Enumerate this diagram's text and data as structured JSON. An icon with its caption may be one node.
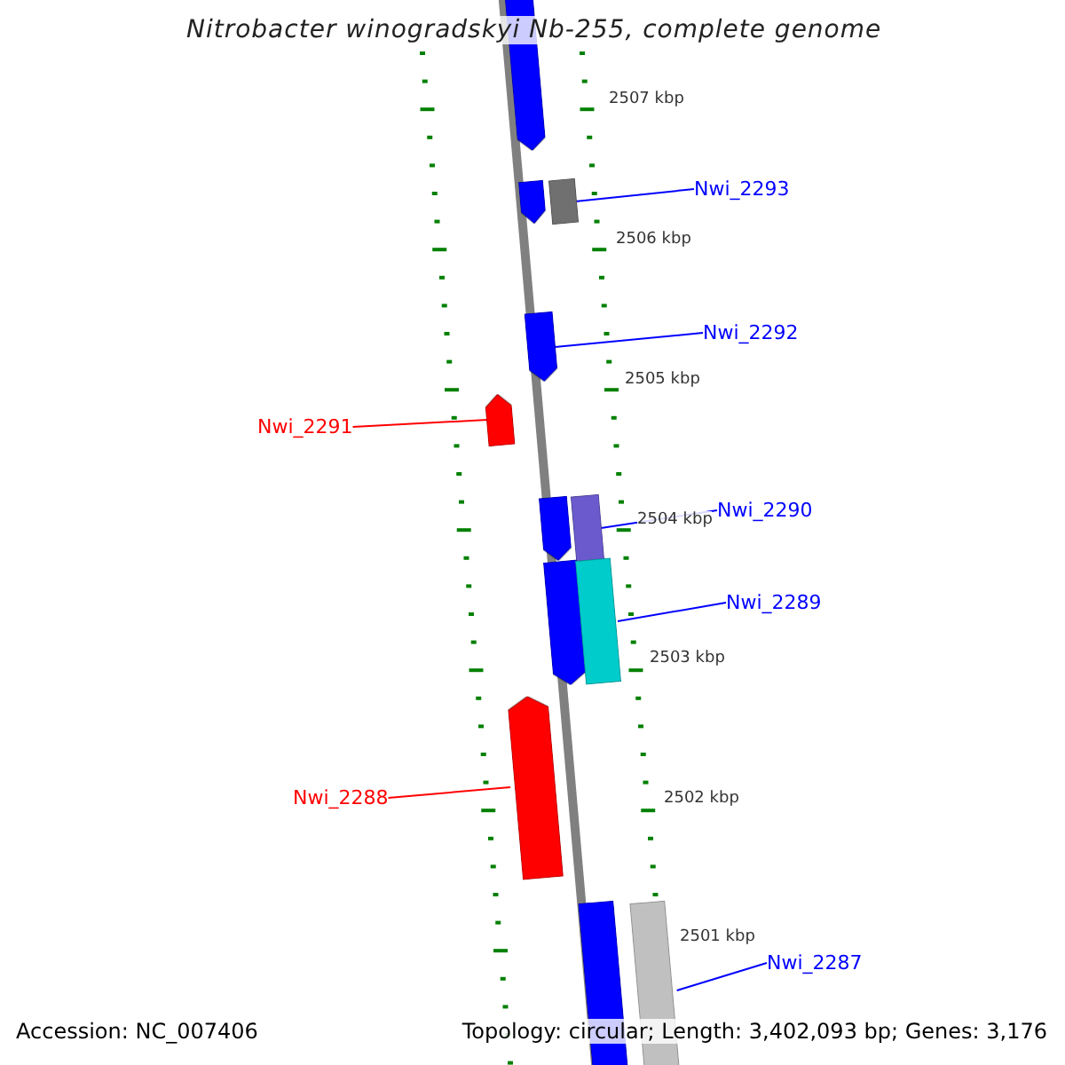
{
  "diagram": {
    "title": "Nitrobacter winogradskyi Nb-255, complete genome",
    "nodes": [
      {
        "text": [
          "Nwi_2293"
        ]
      },
      {
        "text": [
          "Nwi_2292"
        ]
      },
      {
        "text": [
          "Nwi_2291"
        ]
      },
      {
        "text": [
          "Nwi_2290"
        ]
      },
      {
        "text": [
          "Nwi_2289"
        ]
      },
      {
        "text": [
          "Nwi_2288"
        ]
      },
      {
        "text": [
          "Nwi_2287"
        ]
      },
      {
        "text": [],
        "shape": "pentagon"
      },
      {
        "text": [],
        "shape": "pentagon"
      },
      {
        "text": [],
        "shape": "bar"
      },
      {
        "text": [],
        "shape": "pentagon"
      },
      {
        "text": [],
        "shape": "pentagon"
      },
      {
        "text": [],
        "shape": "pentagon"
      },
      {
        "text": [],
        "shape": "bar"
      },
      {
        "text": [],
        "shape": "pentagon"
      },
      {
        "text": [],
        "shape": "bar"
      },
      {
        "text": [],
        "shape": "pentagon"
      },
      {
        "text": [],
        "shape": "bar"
      },
      {
        "text": [],
        "shape": "bar"
      }
    ],
    "edges": [
      {
        "from": 0,
        "to": 9,
        "arrow": "none"
      },
      {
        "from": 1,
        "to": 10,
        "arrow": "none"
      },
      {
        "from": 2,
        "to": 11,
        "arrow": "none",
        "color": "#ff0000"
      },
      {
        "from": 3,
        "to": 13,
        "arrow": "none"
      },
      {
        "from": 4,
        "to": 15,
        "arrow": "none"
      },
      {
        "from": 5,
        "to": 16,
        "arrow": "none",
        "color": "#ff0000"
      },
      {
        "from": 6,
        "to": 18,
        "arrow": "none"
      }
    ],
    "labels": [
      "2507 kbp",
      "2506 kbp",
      "2505 kbp",
      "2504 kbp",
      "2503 kbp",
      "2502 kbp",
      "2501 kbp",
      "Accession: NC_007406",
      "Topology: circular; Length: 3,402,093 bp; Genes: 3,176"
    ]
  }
}
